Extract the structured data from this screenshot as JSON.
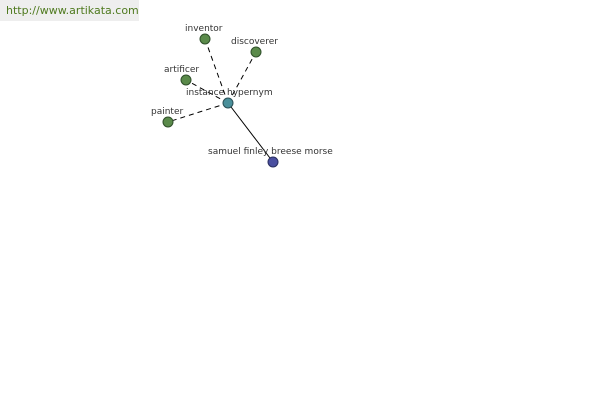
{
  "banner": {
    "url": "http://www.artikata.com"
  },
  "graph": {
    "colors": {
      "hypernym_node": "#5a8a4a",
      "center_node": "#4a8f9a",
      "term_node": "#4a4fa0",
      "edge": "#000000"
    },
    "center": {
      "label": "instance hypernym"
    },
    "term": {
      "label": "samuel finley breese morse"
    },
    "hypernyms": [
      {
        "label": "inventor"
      },
      {
        "label": "discoverer"
      },
      {
        "label": "artificer"
      },
      {
        "label": "painter"
      }
    ]
  }
}
